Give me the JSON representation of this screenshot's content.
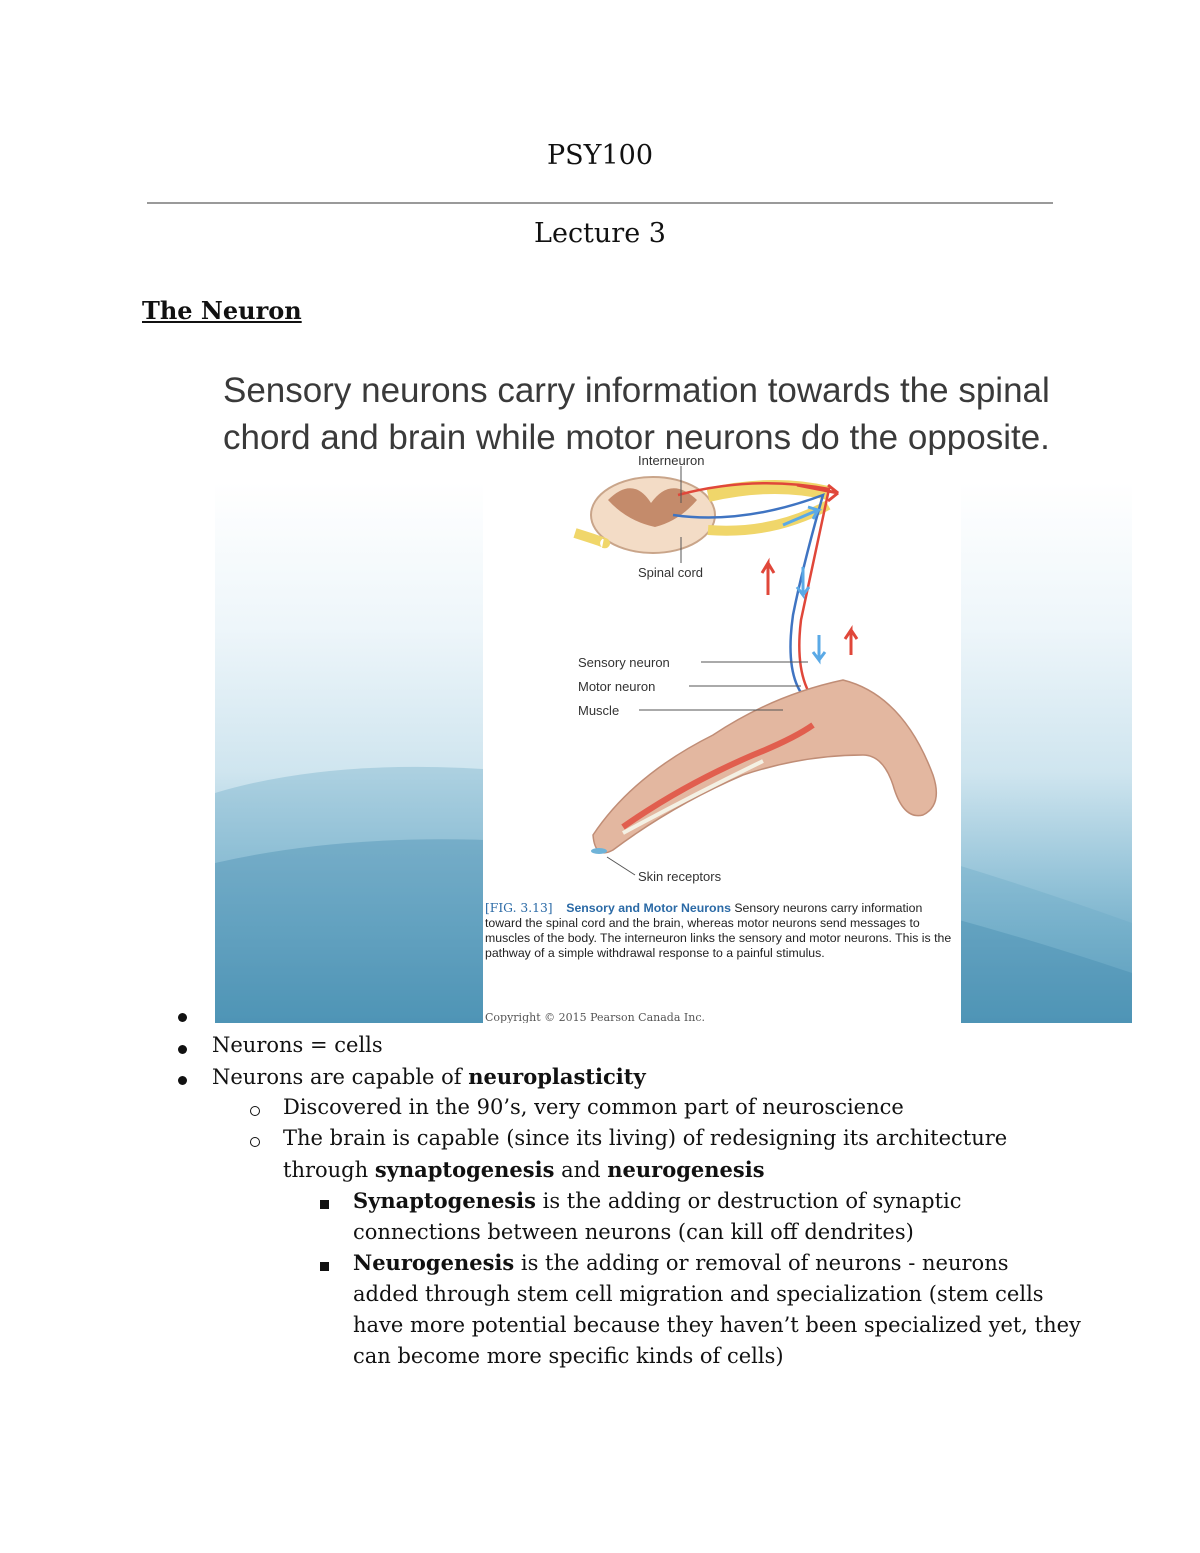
{
  "header": {
    "course": "PSY100",
    "lecture": "Lecture 3"
  },
  "section_title": "The Neuron",
  "slide": {
    "title": "Sensory neurons carry information towards the spinal chord and brain while motor neurons do the opposite.",
    "figure": {
      "labels": {
        "interneuron": "Interneuron",
        "spinal_cord": "Spinal cord",
        "sensory_neuron": "Sensory neuron",
        "motor_neuron": "Motor neuron",
        "muscle": "Muscle",
        "skin_receptors": "Skin receptors"
      },
      "caption_number": "[FIG. 3.13]",
      "caption_title": "Sensory and Motor Neurons",
      "caption_text": "Sensory neurons carry information toward the spinal cord and the brain, whereas motor neurons send messages to muscles of the body. The interneuron links the sensory and motor neurons. This is the pathway of a simple withdrawal response to a painful stimulus.",
      "copyright": "Copyright © 2015 Pearson Canada Inc."
    }
  },
  "notes": {
    "b2": "Neurons = cells",
    "b3_pre": "Neurons are capable of ",
    "b3_bold": "neuroplasticity",
    "s1": "Discovered in the 90’s, very common part of neuroscience",
    "s2_line1": "The brain is capable (since its living) of redesigning its architecture",
    "s2_pre": "through ",
    "s2_bold1": "synaptogenesis",
    "s2_mid": " and ",
    "s2_bold2": "neurogenesis",
    "t1_bold": "Synaptogenesis",
    "t1_line1": " is the adding or destruction of synaptic",
    "t1_line2": "connections between neurons (can kill off dendrites)",
    "t2_bold": "Neurogenesis",
    "t2_line1": " is the adding or removal of neurons - neurons",
    "t2_line2": "added through stem cell migration and specialization (stem cells",
    "t2_line3": "have more potential because they haven’t been specialized yet, they",
    "t2_line4": "can become more specific kinds of cells)"
  }
}
